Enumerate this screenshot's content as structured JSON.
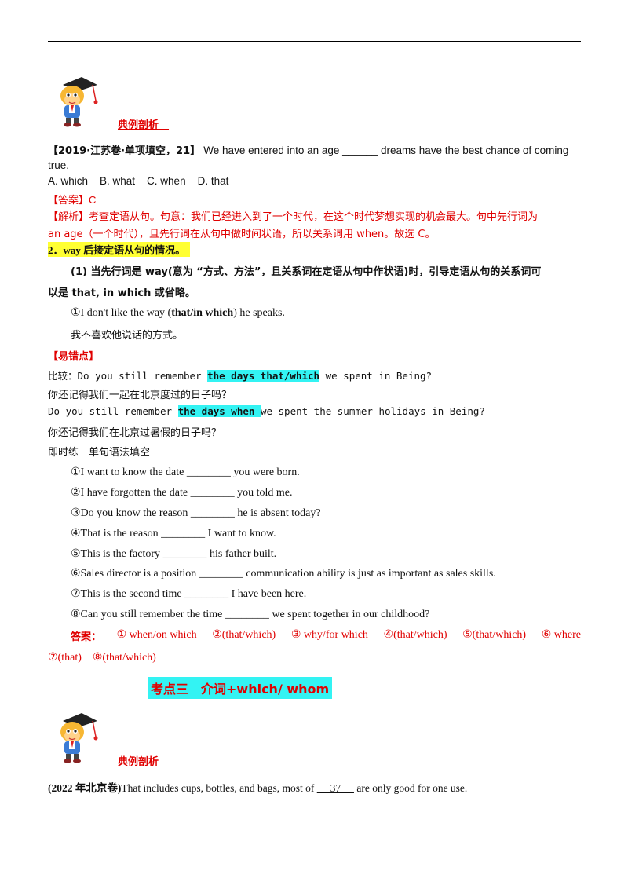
{
  "section1": {
    "heading": "典例剖析",
    "question_source": "【2019·江苏卷·单项填空，21】",
    "question_text": "We have entered into an age ______ dreams have the best chance of coming",
    "question_text_cont": "true.",
    "options": "A. which    B. what    C. when    D. that",
    "answer_label": "【答案】",
    "answer_value": "C",
    "analysis_label": "【解析】",
    "analysis_line1": "考查定语从句。句意：我们已经进入到了一个时代，在这个时代梦想实现的机会最大。句中先行词为",
    "analysis_line2": "an age（一个时代），且先行词在从句中做时间状语，所以关系词用 when。故选 C。"
  },
  "point2": {
    "title": "2．way 后接定语从句的情况。",
    "rule_line1": "(1) 当先行词是 way(意为 “方式、方法”，且关系词在定语从句中作状语)时，引导定语从句的关系词可",
    "rule_line2": "以是 that, in which 或省略。",
    "example_prefix": "①I don't like the way (",
    "example_bold": "that/in which",
    "example_suffix": ") he speaks.",
    "example_translation": "我不喜欢他说话的方式。"
  },
  "error_point": {
    "label": "【易错点】",
    "compare_prefix": "比较：Do you still remember ",
    "compare1_highlight": "the days that/which",
    "compare1_suffix": " we spent in Being?",
    "compare1_translation": "你还记得我们一起在北京度过的日子吗？",
    "compare2_prefix": "Do you still remember ",
    "compare2_highlight": "the days when ",
    "compare2_suffix": "we spent the summer holidays in Being?",
    "compare2_translation": "你还记得我们在北京过暑假的日子吗？"
  },
  "practice": {
    "title": "即时练　单句语法填空",
    "items": [
      "①I want to know the date ________ you were born.",
      "②I have forgotten the date ________ you told me.",
      "③Do you know the reason ________ he is absent today?",
      "④That is the reason ________ I want to know.",
      "⑤This is the factory ________ his father built.",
      "⑥Sales director is a position ________ communication ability is just as important as sales skills.",
      "⑦This is the second time ________ I have been here.",
      "⑧Can you still remember the time ________ we spent together in our childhood?"
    ],
    "answers_label": "答案：",
    "answers_line1": [
      "① when/on which",
      "②(that/which)",
      "③ why/for which",
      "④(that/which)",
      "⑤(that/which)",
      "⑥ where"
    ],
    "answers_line2": "⑦(that)　⑧(that/which)"
  },
  "section3": {
    "title": "考点三　介词+which/  whom",
    "heading": "典例剖析",
    "question_source": "(2022 年北京卷)",
    "question_prefix": "That includes cups, bottles, and bags, most of ",
    "blank_number": "37",
    "question_suffix": " are only good for one use."
  }
}
